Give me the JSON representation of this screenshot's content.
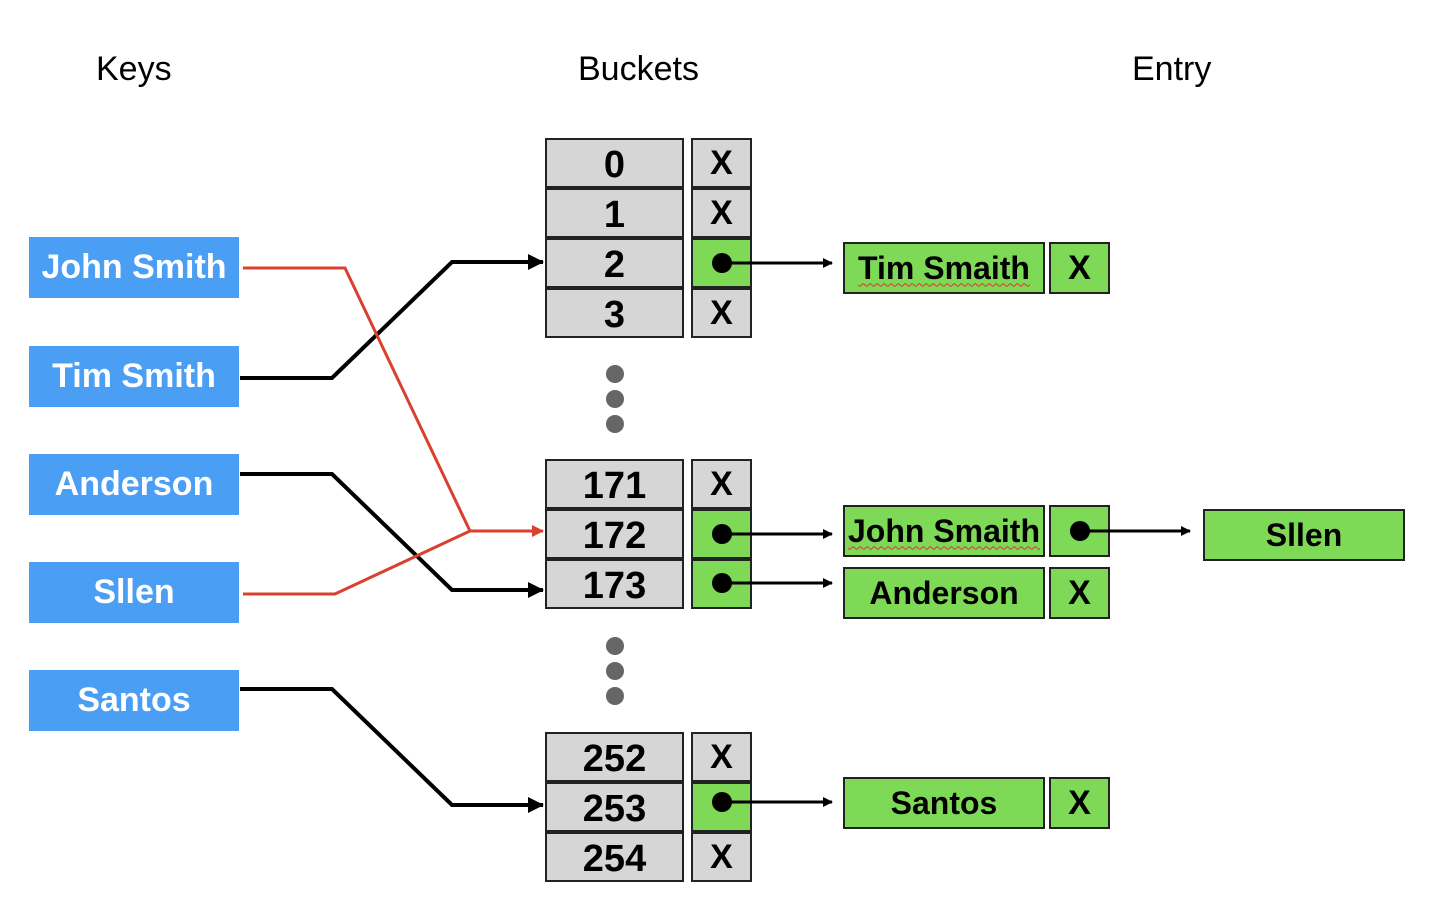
{
  "headers": {
    "keys": "Keys",
    "buckets": "Buckets",
    "entry": "Entry"
  },
  "keys": [
    "John Smith",
    "Tim Smith",
    "Anderson",
    "Sllen",
    "Santos"
  ],
  "buckets": {
    "group1": [
      "0",
      "1",
      "2",
      "3"
    ],
    "group2": [
      "171",
      "172",
      "173"
    ],
    "group3": [
      "252",
      "253",
      "254"
    ]
  },
  "null_marker": "X",
  "entries": {
    "tim": "Tim Smaith",
    "john": "John Smaith",
    "sllen": "Sllen",
    "anderson": "Anderson",
    "santos": "Santos"
  },
  "colors": {
    "key_bg": "#4a9ff5",
    "bucket_bg": "#d6d6d6",
    "entry_bg": "#7ed957",
    "collision_line": "#d9412e"
  }
}
